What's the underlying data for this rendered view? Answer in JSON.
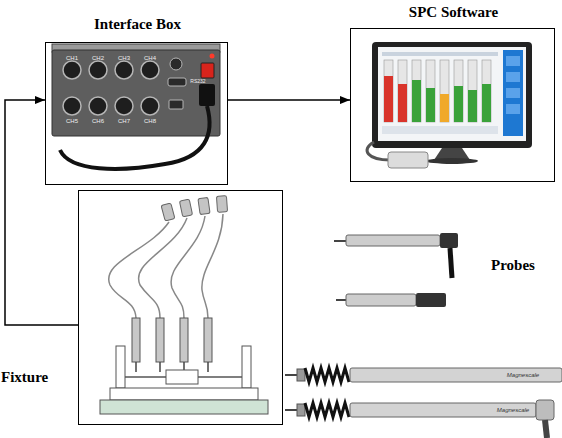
{
  "diagram": {
    "nodes": [
      {
        "text": [
          "Interface Box"
        ]
      },
      {
        "text": [
          "SPC Software"
        ]
      },
      {
        "text": [
          "Fixture"
        ]
      }
    ],
    "edges": [
      {
        "from": 2,
        "to": 0,
        "arrow": "to"
      },
      {
        "from": 0,
        "to": 1,
        "arrow": "to"
      }
    ],
    "labels": [
      "CH1",
      "CH2",
      "CH3",
      "CH4",
      "RS232",
      "CH5",
      "CH6",
      "CH7",
      "CH8",
      "Probes",
      "Magnescale",
      "Magnescale"
    ]
  }
}
